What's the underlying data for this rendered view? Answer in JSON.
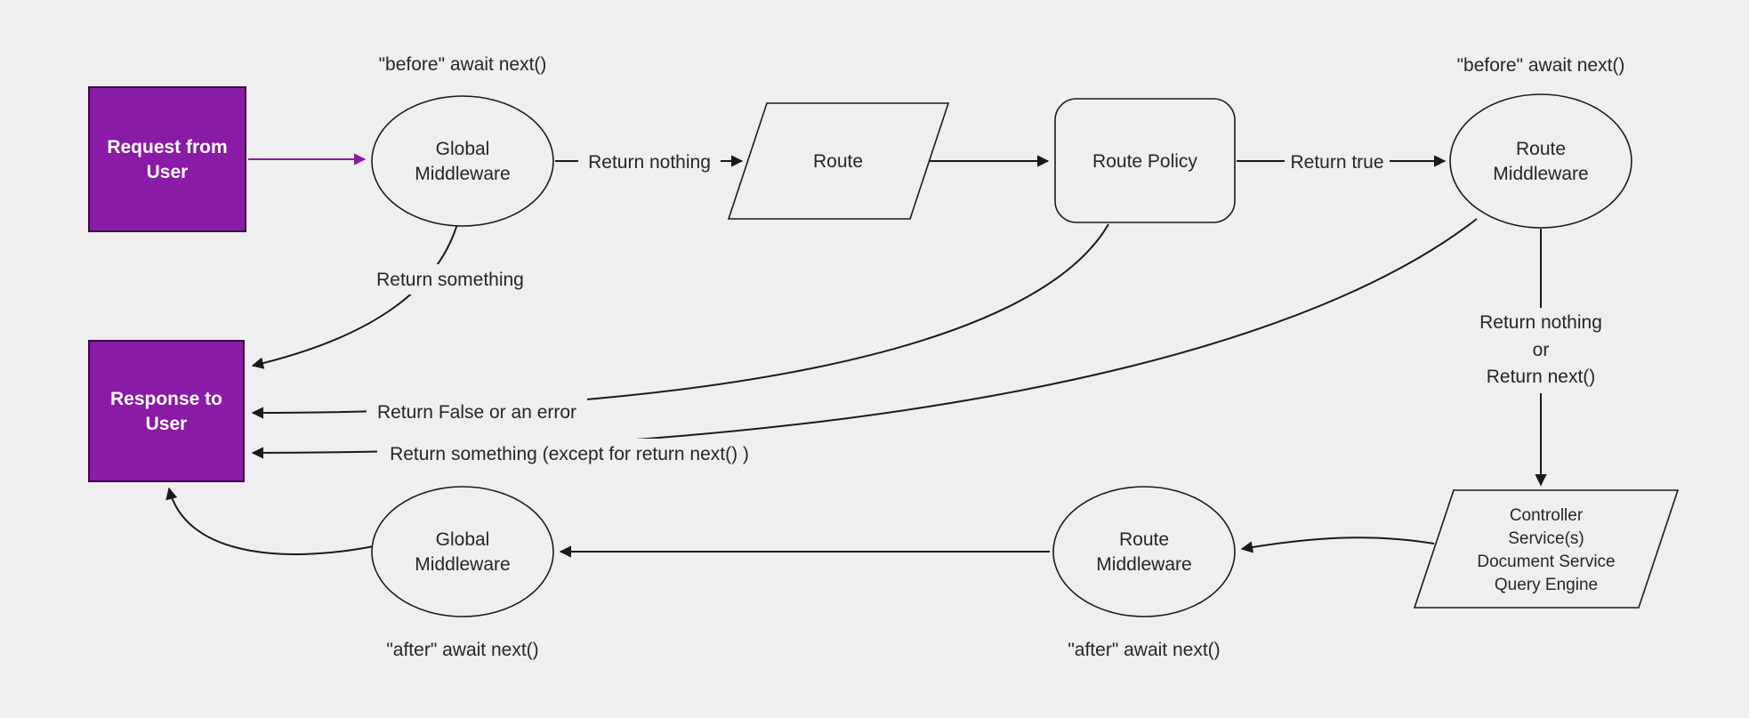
{
  "title": "Middleware request flow diagram",
  "colors": {
    "background": "#efefef",
    "node_fill": "#efefef",
    "stroke": "#1a1a1a",
    "accent_purple": "#8a1ba6",
    "accent_border": "#3a0d42",
    "text_dark": "#262626",
    "text_light": "#ffffff"
  },
  "nodes": {
    "request": {
      "line1": "Request from",
      "line2": "User"
    },
    "global_middleware_top": {
      "line1": "Global",
      "line2": "Middleware"
    },
    "route": {
      "label": "Route"
    },
    "route_policy": {
      "label": "Route Policy"
    },
    "route_middleware_top": {
      "line1": "Route",
      "line2": "Middleware"
    },
    "response": {
      "line1": "Response to",
      "line2": "User"
    },
    "controller": {
      "line1": "Controller",
      "line2": "Service(s)",
      "line3": "Document Service",
      "line4": "Query Engine"
    },
    "route_middleware_bottom": {
      "line1": "Route",
      "line2": "Middleware"
    },
    "global_middleware_bottom": {
      "line1": "Global",
      "line2": "Middleware"
    }
  },
  "labels": {
    "before_await_left": "\"before\" await next()",
    "before_await_right": "\"before\" await next()",
    "return_nothing": "Return nothing",
    "return_true": "Return true",
    "return_something": "Return something",
    "return_false_or_error": "Return False or an error",
    "return_something_except": "Return something (except for return next() )",
    "return_nothing_or_1": "Return nothing",
    "return_nothing_or_2": "or",
    "return_nothing_or_3": "Return next()",
    "after_await_left": "\"after\" await next()",
    "after_await_right": "\"after\" await next()"
  }
}
